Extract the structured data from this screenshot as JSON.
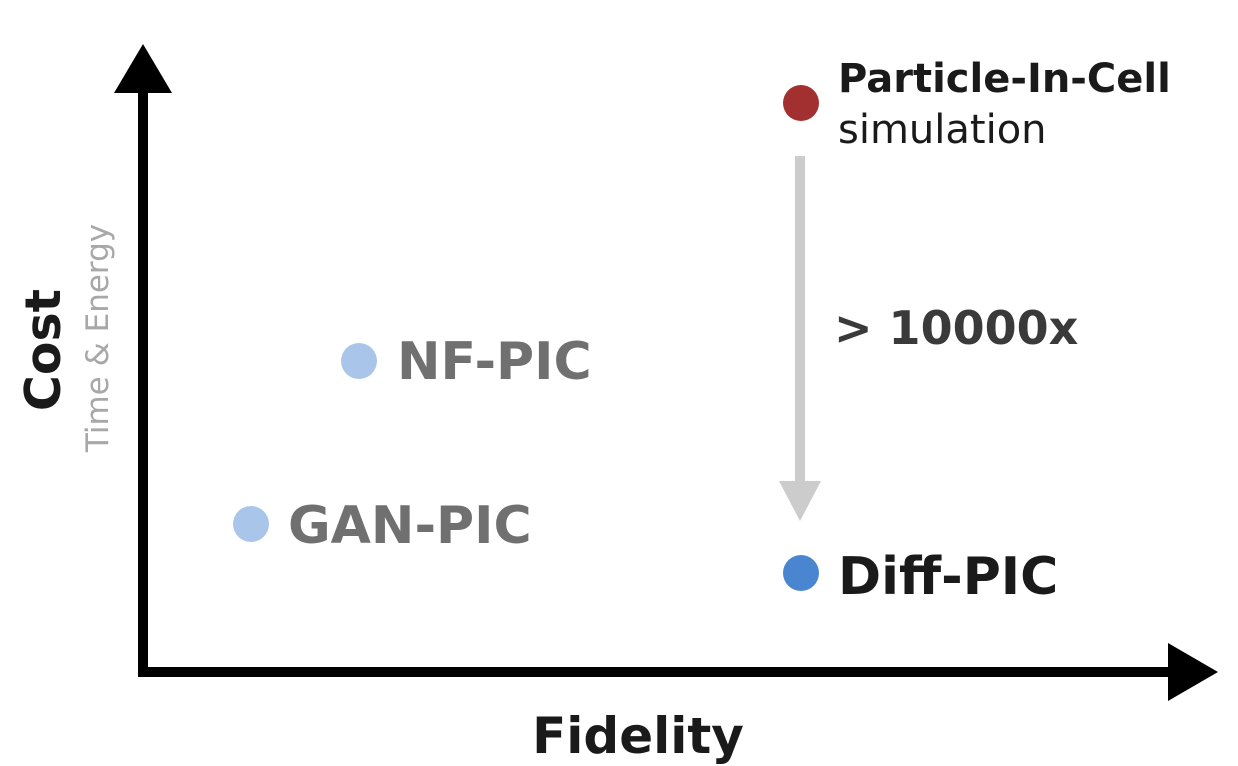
{
  "axes": {
    "x_label": "Fidelity",
    "y_label": "Cost",
    "y_sublabel": "Time & Energy"
  },
  "methods": [
    {
      "id": "pic",
      "label_line1": "Particle-In-Cell",
      "label_line2": "simulation",
      "color": "#a33030"
    },
    {
      "id": "nf-pic",
      "label": "NF-PIC",
      "color": "#a9c6ea"
    },
    {
      "id": "gan-pic",
      "label": "GAN-PIC",
      "color": "#a9c6ea"
    },
    {
      "id": "diff-pic",
      "label": "Diff-PIC",
      "color": "#4a86d0"
    }
  ],
  "speedup": {
    "label": "> 10000x",
    "arrow_color": "#cccccc"
  },
  "colors": {
    "axis": "#000000",
    "muted_text": "#707070",
    "sublabel_text": "#a8a8a8",
    "strong_text": "#1a1a1a"
  }
}
